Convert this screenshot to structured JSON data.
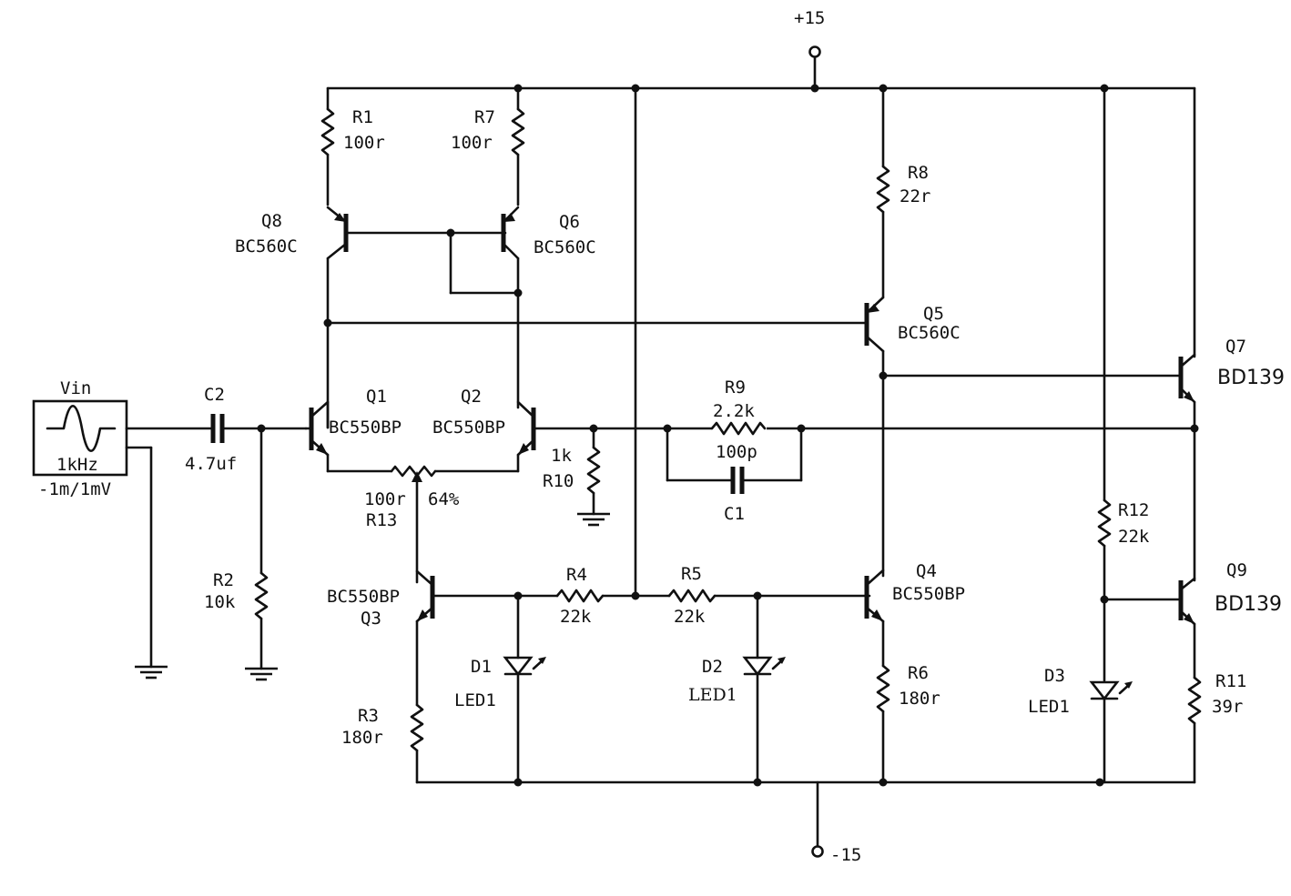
{
  "rails": {
    "positive": "+15",
    "negative": "-15"
  },
  "source": {
    "name": "Vin",
    "freq": "1kHz",
    "amplitude": "-1m/1mV"
  },
  "components": {
    "C2": {
      "ref": "C2",
      "value": "4.7uf"
    },
    "R2": {
      "ref": "R2",
      "value": "10k"
    },
    "R1": {
      "ref": "R1",
      "value": "100r"
    },
    "R7": {
      "ref": "R7",
      "value": "100r"
    },
    "Q8": {
      "ref": "Q8",
      "part": "BC560C"
    },
    "Q6": {
      "ref": "Q6",
      "part": "BC560C"
    },
    "Q1": {
      "ref": "Q1",
      "part": "BC550BP"
    },
    "Q2": {
      "ref": "Q2",
      "part": "BC550BP"
    },
    "R13": {
      "ref": "R13",
      "value": "100r",
      "setting": "64%"
    },
    "R10": {
      "ref": "R10",
      "value": "1k"
    },
    "R9": {
      "ref": "R9",
      "value": "2.2k"
    },
    "C1": {
      "ref": "C1",
      "value": "100p"
    },
    "R8": {
      "ref": "R8",
      "value": "22r"
    },
    "Q5": {
      "ref": "Q5",
      "part": "BC560C"
    },
    "Q7": {
      "ref": "Q7",
      "part": "BD139"
    },
    "Q9": {
      "ref": "Q9",
      "part": "BD139"
    },
    "R12": {
      "ref": "R12",
      "value": "22k"
    },
    "R11": {
      "ref": "R11",
      "value": "39r"
    },
    "Q3": {
      "ref": "Q3",
      "part": "BC550BP"
    },
    "R3": {
      "ref": "R3",
      "value": "180r"
    },
    "R4": {
      "ref": "R4",
      "value": "22k"
    },
    "R5": {
      "ref": "R5",
      "value": "22k"
    },
    "D1": {
      "ref": "D1",
      "part": "LED1"
    },
    "D2": {
      "ref": "D2",
      "part": "LED1"
    },
    "D3": {
      "ref": "D3",
      "part": "LED1"
    },
    "Q4": {
      "ref": "Q4",
      "part": "BC550BP"
    },
    "R6": {
      "ref": "R6",
      "value": "180r"
    }
  }
}
